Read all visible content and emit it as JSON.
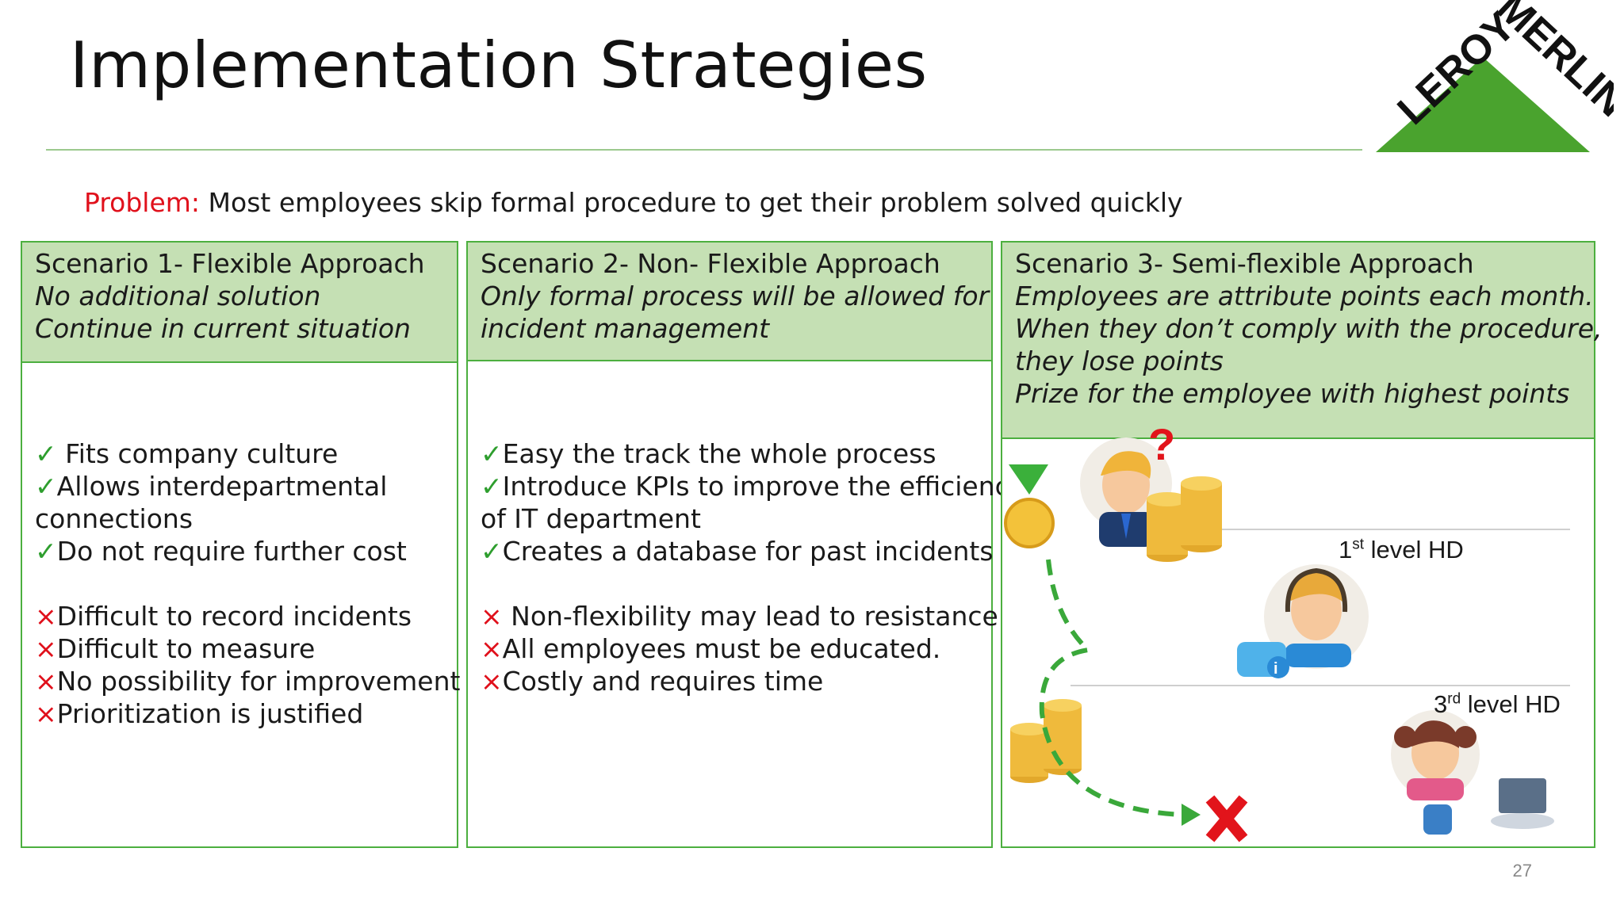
{
  "title": "Implementation Strategies",
  "logo": {
    "text": "LEROY MERLIN",
    "color": "#4aa32e"
  },
  "problem": {
    "label": "Problem:",
    "text": " Most employees skip formal procedure to get their problem solved quickly"
  },
  "scenarios": [
    {
      "title": "Scenario 1- Flexible Approach",
      "desc": [
        "No additional solution",
        "Continue in current situation"
      ],
      "body": [
        {
          "mark": "✓",
          "text": " Fits  company culture"
        },
        {
          "mark": "✓",
          "text": "Allows interdepartmental"
        },
        {
          "mark": "",
          "text": "connections"
        },
        {
          "mark": "✓",
          "text": "Do not require further cost"
        },
        {
          "mark": "",
          "text": ""
        },
        {
          "mark": "×",
          "text": "Difficult to record incidents"
        },
        {
          "mark": "×",
          "text": "Difficult to measure"
        },
        {
          "mark": "×",
          "text": "No possibility for improvement"
        },
        {
          "mark": "×",
          "text": "Prioritization is justified"
        }
      ]
    },
    {
      "title": "Scenario 2-  Non- Flexible Approach",
      "desc": [
        "Only formal process will be allowed for",
        "incident management"
      ],
      "body": [
        {
          "mark": "✓",
          "text": "Easy the track the whole process"
        },
        {
          "mark": "✓",
          "text": "Introduce KPIs to improve the efficiency"
        },
        {
          "mark": "",
          "text": "of IT department"
        },
        {
          "mark": "✓",
          "text": "Creates a database for past incidents"
        },
        {
          "mark": "",
          "text": ""
        },
        {
          "mark": "×",
          "text": " Non-flexibility may lead to resistance"
        },
        {
          "mark": "×",
          "text": "All employees must be educated."
        },
        {
          "mark": "×",
          "text": "Costly and requires time"
        }
      ]
    },
    {
      "title": "Scenario 3- Semi-flexible Approach",
      "desc": [
        "Employees are attribute points each month.",
        "When they don’t comply with the procedure,",
        "they lose points",
        "Prize for the employee with highest points"
      ],
      "levels": [
        {
          "num": "1",
          "sup": "st",
          "rest": " level HD"
        },
        {
          "num": "3",
          "sup": "rd",
          "rest": " level HD"
        }
      ]
    }
  ],
  "colors": {
    "panel_border": "#4caf3f",
    "panel_header": "#c5e0b4",
    "check": "#2e9e2e",
    "cross": "#e0101b",
    "arrow": "#3aa83a"
  },
  "page_number": "27"
}
